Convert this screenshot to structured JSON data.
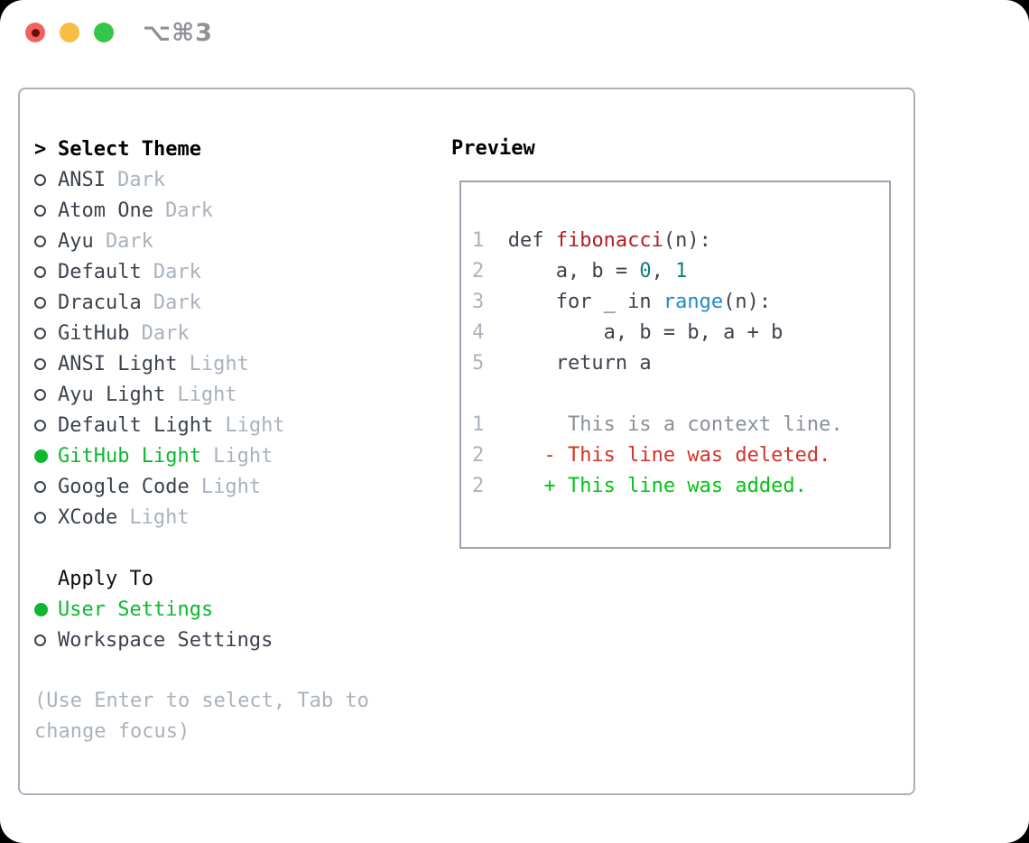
{
  "titlebar": {
    "shortcut": "⌥⌘3",
    "traffic_lights": [
      "close",
      "minimize",
      "zoom"
    ]
  },
  "colors": {
    "traffic_red": "#f2625c",
    "traffic_yellow": "#f8bd45",
    "traffic_green": "#35c648",
    "panel_border": "#a9b2bb",
    "box_border": "#9aa4ae",
    "text_dark": "#3c434e",
    "muted": "#a9b2bd",
    "selected_green": "#0db82e",
    "code_text": "#3c434e",
    "function_red": "#b01f24",
    "builtin_blue": "#1f8ac9",
    "number_teal": "#0f7e79",
    "line_number": "#a9b3bf",
    "context_gray": "#8a9097",
    "deleted_red": "#d23228",
    "added_green": "#02c414"
  },
  "left_panel": {
    "header_marker": ">",
    "header_label": "Select Theme",
    "themes": [
      {
        "name": "ANSI",
        "variant": "Dark",
        "selected": false
      },
      {
        "name": "Atom One",
        "variant": "Dark",
        "selected": false
      },
      {
        "name": "Ayu",
        "variant": "Dark",
        "selected": false
      },
      {
        "name": "Default",
        "variant": "Dark",
        "selected": false
      },
      {
        "name": "Dracula",
        "variant": "Dark",
        "selected": false
      },
      {
        "name": "GitHub",
        "variant": "Dark",
        "selected": false
      },
      {
        "name": "ANSI Light",
        "variant": "Light",
        "selected": false
      },
      {
        "name": "Ayu Light",
        "variant": "Light",
        "selected": false
      },
      {
        "name": "Default Light",
        "variant": "Light",
        "selected": false
      },
      {
        "name": "GitHub Light",
        "variant": "Light",
        "selected": true
      },
      {
        "name": "Google Code",
        "variant": "Light",
        "selected": false
      },
      {
        "name": "XCode",
        "variant": "Light",
        "selected": false
      }
    ],
    "apply_to_label": "Apply To",
    "apply_options": [
      {
        "name": "User Settings",
        "selected": true
      },
      {
        "name": "Workspace Settings",
        "selected": false
      }
    ],
    "hint_lines": [
      "(Use Enter to select, Tab to",
      "change focus)"
    ]
  },
  "preview": {
    "title": "Preview",
    "code_lines": [
      {
        "num": "1",
        "segments": [
          {
            "t": "def ",
            "c": "code"
          },
          {
            "t": "fibonacci",
            "c": "func"
          },
          {
            "t": "(n):",
            "c": "code"
          }
        ]
      },
      {
        "num": "2",
        "segments": [
          {
            "t": "    a, b = ",
            "c": "code"
          },
          {
            "t": "0",
            "c": "num"
          },
          {
            "t": ", ",
            "c": "code"
          },
          {
            "t": "1",
            "c": "num"
          }
        ]
      },
      {
        "num": "3",
        "segments": [
          {
            "t": "    for _ in ",
            "c": "code"
          },
          {
            "t": "range",
            "c": "builtin"
          },
          {
            "t": "(n):",
            "c": "code"
          }
        ]
      },
      {
        "num": "4",
        "segments": [
          {
            "t": "        a, b = b, a + b",
            "c": "code"
          }
        ]
      },
      {
        "num": "5",
        "segments": [
          {
            "t": "    return a",
            "c": "code"
          }
        ]
      },
      {
        "num": "",
        "segments": []
      },
      {
        "num": "1",
        "segments": [
          {
            "t": "     This is a context line.",
            "c": "context"
          }
        ]
      },
      {
        "num": "2",
        "segments": [
          {
            "t": "   - This line was deleted.",
            "c": "deleted"
          }
        ]
      },
      {
        "num": "2",
        "segments": [
          {
            "t": "   + This line was added.",
            "c": "added"
          }
        ]
      }
    ]
  }
}
